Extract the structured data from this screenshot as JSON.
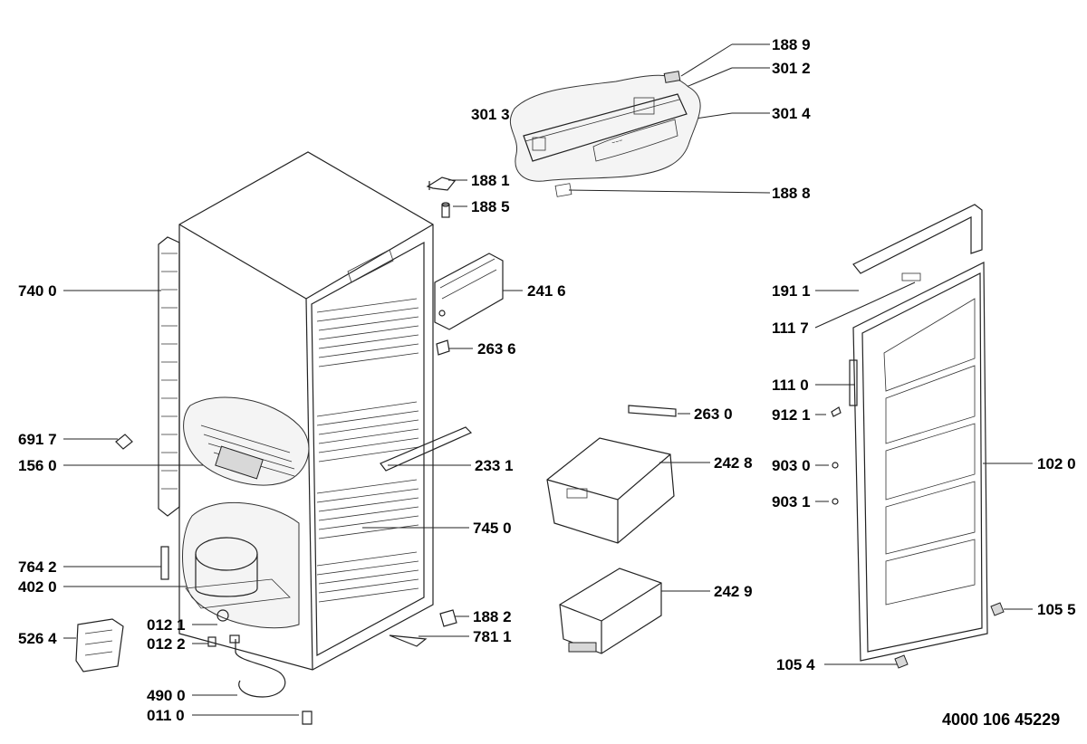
{
  "labels": {
    "p1889": "188 9",
    "p3012": "301 2",
    "p3013": "301 3",
    "p3014": "301 4",
    "p1881": "188 1",
    "p1885": "188 5",
    "p1888": "188 8",
    "p7400": "740 0",
    "p2416": "241 6",
    "p2636": "263 6",
    "p1911": "191 1",
    "p1117": "111 7",
    "p1110": "111 0",
    "p9121": "912 1",
    "p2630": "263 0",
    "p6917": "691 7",
    "p1560": "156 0",
    "p2331": "233 1",
    "p2428": "242 8",
    "p9030": "903 0",
    "p1020": "102 0",
    "p9031": "903 1",
    "p7450": "745 0",
    "p7642": "764 2",
    "p4020": "402 0",
    "p2429": "242 9",
    "p1882": "188 2",
    "p1055": "105 5",
    "p0121": "012 1",
    "p0122": "012 2",
    "p5264": "526 4",
    "p7811": "781 1",
    "p1054": "105 4",
    "p4900": "490 0",
    "p0110": "011 0"
  },
  "document_number": "4000 106 45229"
}
